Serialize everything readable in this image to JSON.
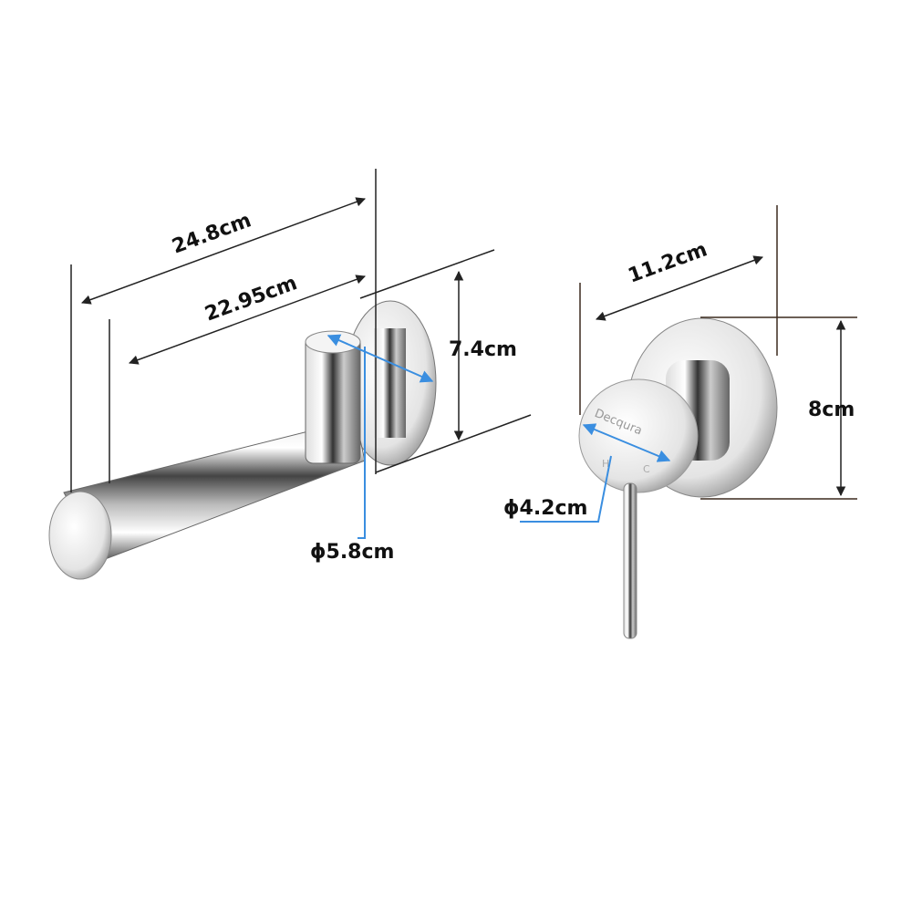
{
  "spout": {
    "overall_length": "24.8cm",
    "spout_length": "22.95cm",
    "plate_height": "7.4cm",
    "plate_diameter": "ϕ5.8cm"
  },
  "mixer": {
    "depth": "11.2cm",
    "plate_height": "8cm",
    "handle_diameter": "ϕ4.2cm",
    "brand_logo": "Decqura",
    "hot_mark": "H",
    "cold_mark": "C"
  },
  "colors": {
    "dimension_line": "#222222",
    "diameter_line": "#3a8ee0",
    "guide_line_mixer": "#3b2a1e"
  }
}
